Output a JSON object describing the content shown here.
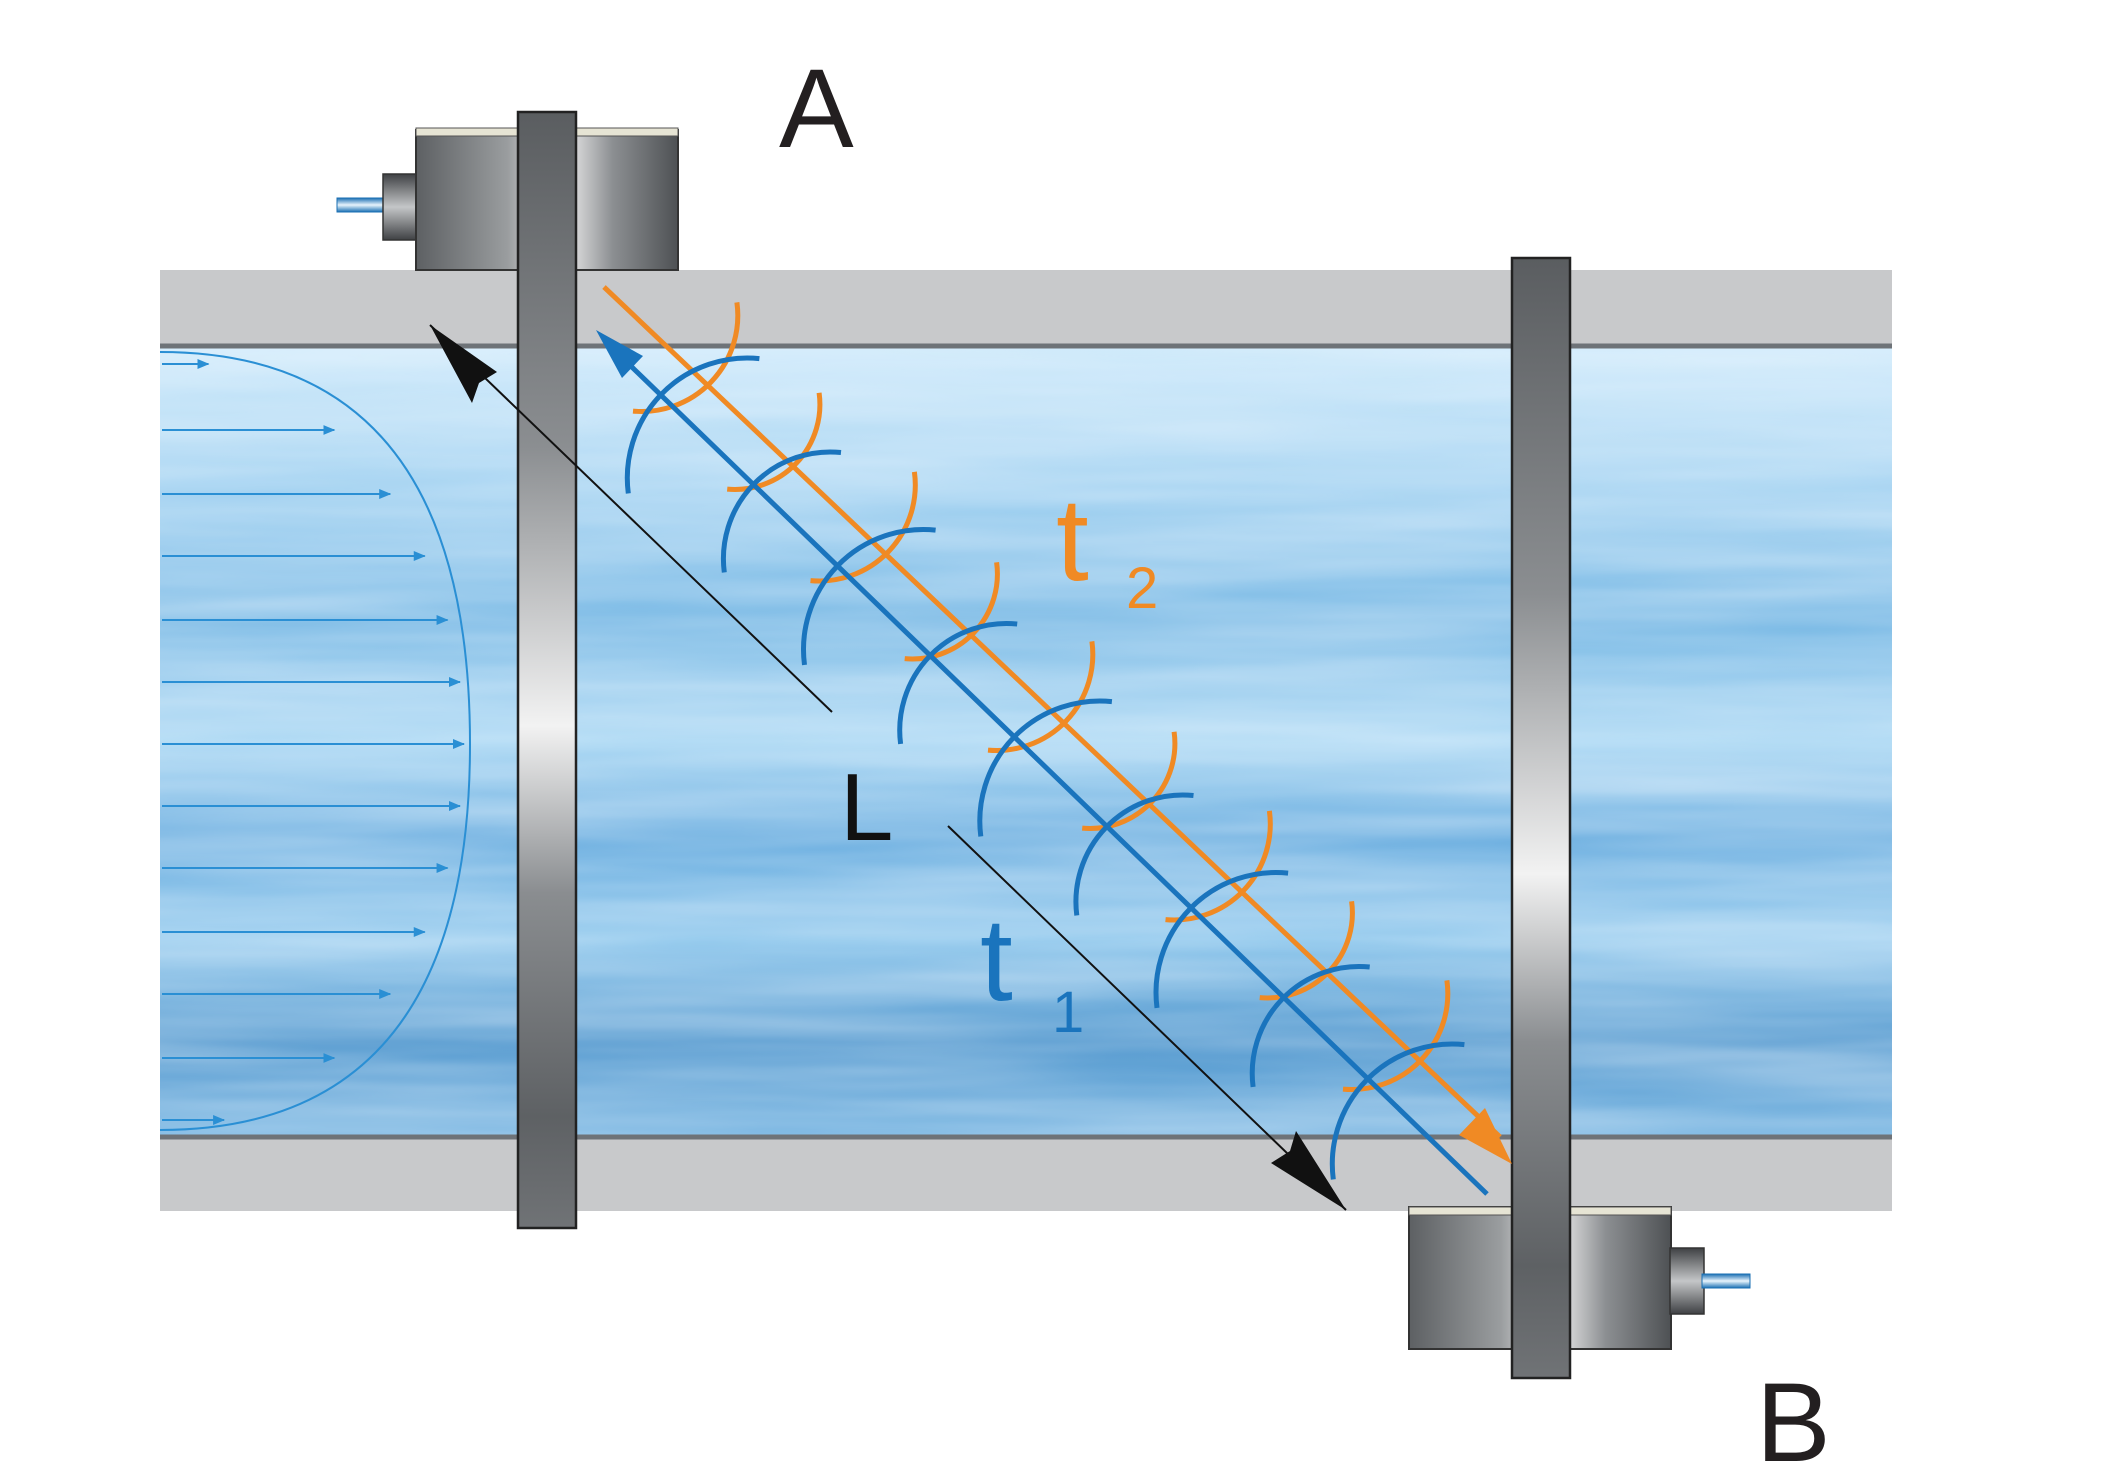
{
  "labels": {
    "transducer_a": "A",
    "transducer_b": "B",
    "path_length": "L",
    "t1_main": "t",
    "t1_sub": "1",
    "t2_main": "t",
    "t2_sub": "2"
  },
  "colors": {
    "pipe_wall": "#c8c9cb",
    "pipe_edge": "#6e7378",
    "fluid_light": "#bfe3f7",
    "fluid_mid": "#7fbde6",
    "fluid_dark": "#3d8ccb",
    "signal_upstream": "#1a74bd",
    "signal_downstream": "#f08a24",
    "flow_profile": "#2a8fd4",
    "clamp": "#6f7275",
    "dimension_line": "#111111"
  },
  "icons": {
    "transducer": "ultrasonic-transducer-icon",
    "cable": "cable-connector-icon"
  }
}
